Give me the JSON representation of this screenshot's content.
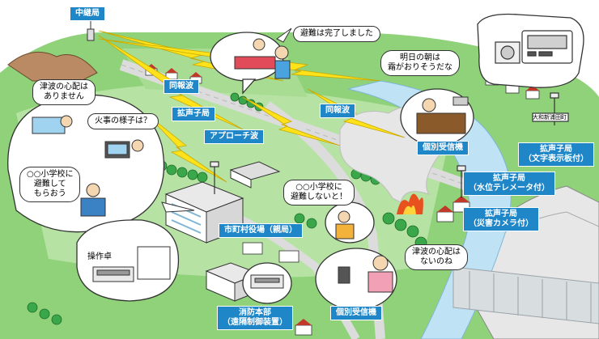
{
  "colors": {
    "label_bg": "#1f86c8",
    "grass": "#8fd27a",
    "grass_light": "#b6e3a3",
    "road": "#dcdcdc",
    "river": "#bfe3f5",
    "bolt": "#ffe21a",
    "fire": "#e8501e"
  },
  "labels": {
    "relay_station": "中継局",
    "broadcast_wave_1": "同報波",
    "broadcast_wave_2": "同報波",
    "loudspeaker_station": "拡声子局",
    "approach_wave": "アプローチ波",
    "individual_receiver_1": "個別受信機",
    "individual_receiver_2": "個別受信機",
    "city_hall": "市町村役場（親局）",
    "fire_hq_line1": "消防本部",
    "fire_hq_line2": "（遠隔制御装置）",
    "console": "操作卓",
    "speaker_text_board_line1": "拡声子局",
    "speaker_text_board_line2": "（文字表示板付）",
    "speaker_water_line1": "拡声子局",
    "speaker_water_line2": "（水位テレメータ付）",
    "speaker_camera_line1": "拡声子局",
    "speaker_camera_line2": "（災害カメラ付）",
    "signboard": "大和新浦田町"
  },
  "bubbles": {
    "evacuation_done": "避難は完了しました",
    "frost_line1": "明日の朝は",
    "frost_line2": "霜がおりそうだな",
    "no_tsunami_line1": "津波の心配は",
    "no_tsunami_line2": "ありません",
    "fire_q": "火事の様子は？",
    "school_line1": "○○小学校に",
    "school_line2": "避難して",
    "school_line3": "もらおう",
    "school_must_line1": "○○小学校に",
    "school_must_line2": "避難しないと！",
    "tsunami_q_line1": "津波の心配は",
    "tsunami_q_line2": "ないのね"
  }
}
